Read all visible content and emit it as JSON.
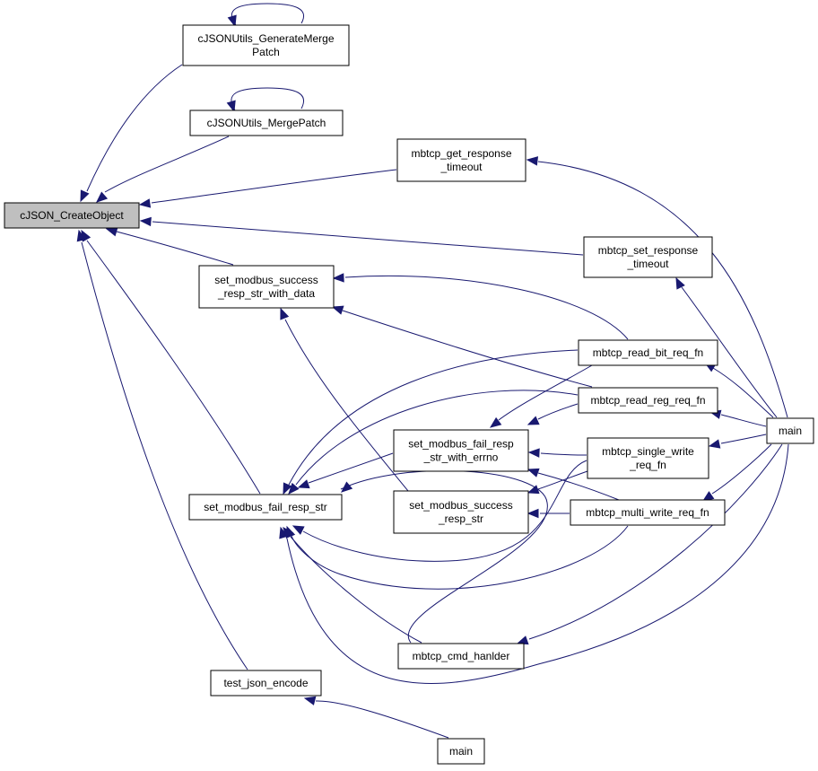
{
  "graph": {
    "colors": {
      "edge": "#191970",
      "node_border": "#000000",
      "focus_fill": "#bfbfbf",
      "node_fill": "#ffffff"
    },
    "nodes": [
      {
        "id": "createobject",
        "lines": [
          "cJSON_CreateObject"
        ],
        "focus": true
      },
      {
        "id": "generatemergepatch",
        "lines": [
          "cJSONUtils_GenerateMerge",
          "Patch"
        ]
      },
      {
        "id": "mergepatch",
        "lines": [
          "cJSONUtils_MergePatch"
        ]
      },
      {
        "id": "get_response_timeout",
        "lines": [
          "mbtcp_get_response",
          "_timeout"
        ]
      },
      {
        "id": "set_response_timeout",
        "lines": [
          "mbtcp_set_response",
          "_timeout"
        ]
      },
      {
        "id": "success_with_data",
        "lines": [
          "set_modbus_success",
          "_resp_str_with_data"
        ]
      },
      {
        "id": "read_bit",
        "lines": [
          "mbtcp_read_bit_req_fn"
        ]
      },
      {
        "id": "read_reg",
        "lines": [
          "mbtcp_read_reg_req_fn"
        ]
      },
      {
        "id": "fail_with_errno",
        "lines": [
          "set_modbus_fail_resp",
          "_str_with_errno"
        ]
      },
      {
        "id": "single_write",
        "lines": [
          "mbtcp_single_write",
          "_req_fn"
        ]
      },
      {
        "id": "main_right",
        "lines": [
          "main"
        ]
      },
      {
        "id": "fail_resp_str",
        "lines": [
          "set_modbus_fail_resp_str"
        ]
      },
      {
        "id": "success_resp_str",
        "lines": [
          "set_modbus_success",
          "_resp_str"
        ]
      },
      {
        "id": "multi_write",
        "lines": [
          "mbtcp_multi_write_req_fn"
        ]
      },
      {
        "id": "cmd_hanlder",
        "lines": [
          "mbtcp_cmd_hanlder"
        ]
      },
      {
        "id": "test_json_encode",
        "lines": [
          "test_json_encode"
        ]
      },
      {
        "id": "main_bottom",
        "lines": [
          "main"
        ]
      }
    ]
  }
}
